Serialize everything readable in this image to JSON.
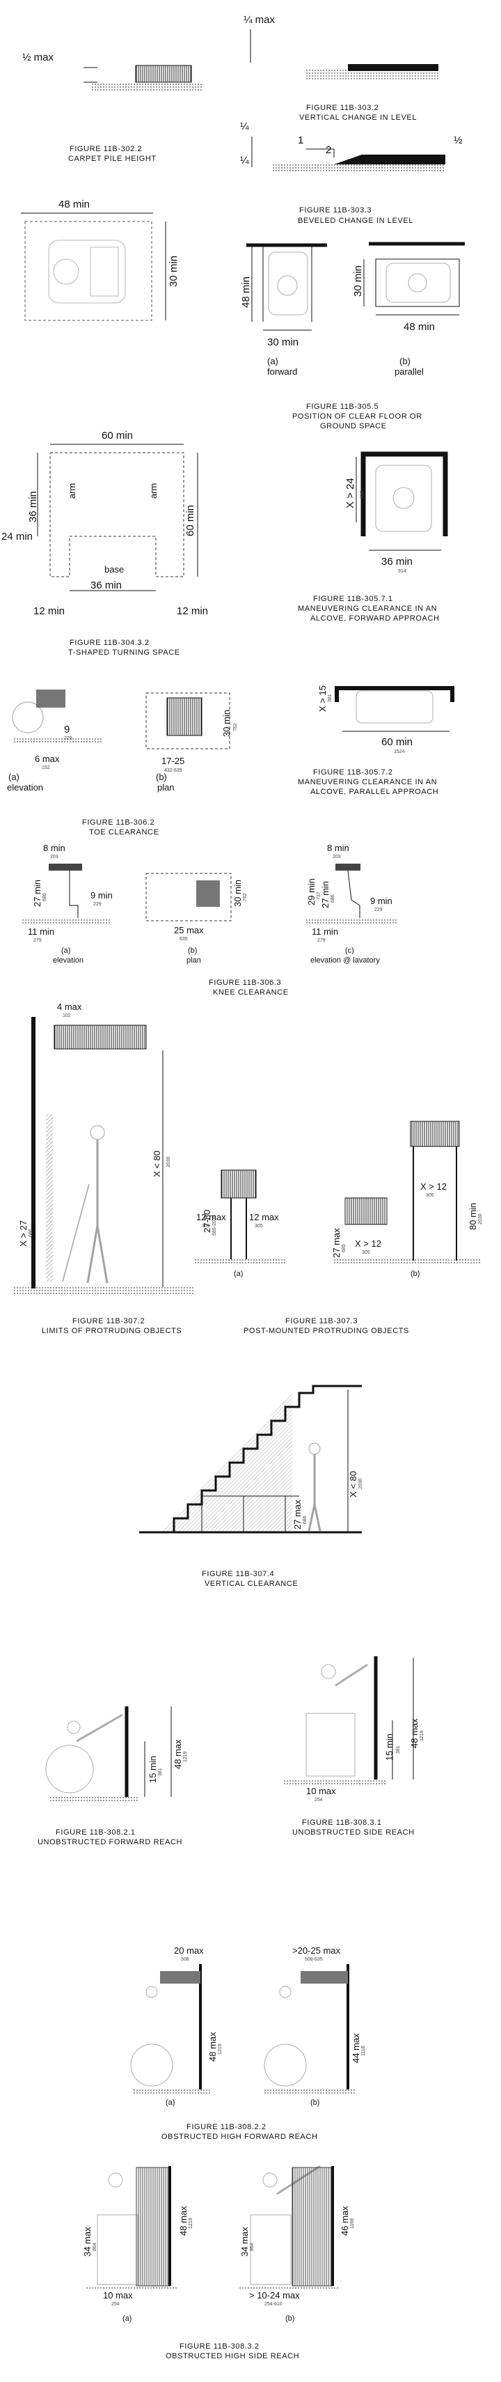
{
  "figures": {
    "f3022": {
      "caption_1": "FIGURE 11B-302.2",
      "caption_2": "CARPET PILE HEIGHT",
      "dim_pile": "½ max"
    },
    "f3032": {
      "caption_1": "FIGURE 11B-303.2",
      "caption_2": "VERTICAL CHANGE IN LEVEL",
      "dim_max": "¼ max"
    },
    "f3033": {
      "caption_1": "FIGURE 11B-303.3",
      "caption_2": "BEVELED CHANGE IN LEVEL",
      "dim_quarter_a": "¼",
      "dim_quarter_b": "¼",
      "dim_half": "½",
      "slope_1": "1",
      "slope_2": "2"
    },
    "f3053": {
      "dim_width": "48 min",
      "dim_depth": "30 min"
    },
    "f3055": {
      "caption_1": "FIGURE 11B-305.5",
      "caption_2": "POSITION OF CLEAR FLOOR OR",
      "caption_3": "GROUND SPACE",
      "a_dim_depth": "48 min",
      "a_dim_width": "30 min",
      "a_tag": "(a)",
      "a_label": "forward",
      "b_dim_depth": "30 min",
      "b_dim_width": "48 min",
      "b_tag": "(b)",
      "b_label": "parallel"
    },
    "f3043": {
      "caption_1": "FIGURE 11B-304.3.2",
      "caption_2": "T-SHAPED TURNING SPACE",
      "dim_top": "60 min",
      "dim_left_arm": "36 min",
      "dim_right": "60 min",
      "dim_base": "36 min",
      "dim_left_side": "24 min",
      "dim_left_foot": "12 min",
      "dim_right_foot": "12 min",
      "arm_l": "arm",
      "arm_r": "arm",
      "base": "base"
    },
    "f30571": {
      "caption_1": "FIGURE 11B-305.7.1",
      "caption_2": "MANEUVERING CLEARANCE IN AN",
      "caption_3": "ALCOVE, FORWARD APPROACH",
      "dim_depth": "X > 24",
      "dim_depth_mm": "610",
      "dim_width": "36 min",
      "dim_width_mm": "914"
    },
    "f30572": {
      "caption_1": "FIGURE 11B-305.7.2",
      "caption_2": "MANEUVERING CLEARANCE IN AN",
      "caption_3": "ALCOVE, PARALLEL APPROACH",
      "dim_depth": "X > 15",
      "dim_depth_mm": "381",
      "dim_width": "60 min",
      "dim_width_mm": "1524"
    },
    "f3062": {
      "caption_1": "FIGURE 11B-306.2",
      "caption_2": "TOE CLEARANCE",
      "a_dim_9": "9",
      "a_dim_9_mm": "229",
      "a_dim_6": "6 max",
      "a_dim_6_mm": "152",
      "a_tag": "(a)",
      "a_label": "elevation",
      "b_dim_30": "30 min",
      "b_dim_30_mm": "762",
      "b_dim_range": "17-25",
      "b_dim_range_mm": "432-635",
      "b_tag": "(b)",
      "b_label": "plan"
    },
    "f3063": {
      "caption_1": "FIGURE 11B-306.3",
      "caption_2": "KNEE CLEARANCE",
      "a_8": "8 min",
      "a_8mm": "203",
      "a_27": "27 min",
      "a_27mm": "686",
      "a_9": "9 min",
      "a_9mm": "229",
      "a_11": "11 min",
      "a_11mm": "279",
      "a_tag": "(a)",
      "a_label": "elevation",
      "b_30": "30 min",
      "b_30mm": "762",
      "b_25": "25 max",
      "b_25mm": "635",
      "b_tag": "(b)",
      "b_label": "plan",
      "c_8": "8 min",
      "c_8mm": "203",
      "c_29": "29 min",
      "c_29mm": "737",
      "c_27": "27 min",
      "c_27mm": "686",
      "c_9": "9 min",
      "c_9mm": "229",
      "c_11": "11 min",
      "c_11mm": "279",
      "c_tag": "(c)",
      "c_label": "elevation @ lavatory"
    },
    "f3072": {
      "caption_1": "FIGURE 11B-307.2",
      "caption_2": "LIMITS OF PROTRUDING OBJECTS",
      "dim_4": "4 max",
      "dim_4mm": "102",
      "dim_x27": "X > 27",
      "dim_x27mm": "686",
      "dim_x80": "X < 80",
      "dim_x80mm": "2030"
    },
    "f3073": {
      "caption_1": "FIGURE 11B-307.3",
      "caption_2": "POST-MOUNTED PROTRUDING OBJECTS",
      "a_range": "27-80",
      "a_range_mm": "685-2030",
      "a_12l": "12 max",
      "a_12lmm": "305",
      "a_12r": "12 max",
      "a_12rmm": "305",
      "a_tag": "(a)",
      "b_27": "27 max",
      "b_27mm": "685",
      "b_x12a": "X > 12",
      "b_x12amm": "305",
      "b_x12b": "X > 12",
      "b_x12bmm": "305",
      "b_80": "80 min",
      "b_80mm": "2030",
      "b_tag": "(b)"
    },
    "f3074": {
      "caption_1": "FIGURE 11B-307.4",
      "caption_2": "VERTICAL CLEARANCE",
      "dim_80": "X < 80",
      "dim_80mm": "2030",
      "dim_27": "27 max",
      "dim_27mm": "686"
    },
    "f30821": {
      "caption_1": "FIGURE 11B-308.2.1",
      "caption_2": "UNOBSTRUCTED FORWARD REACH",
      "dim_15": "15 min",
      "dim_15mm": "381",
      "dim_48": "48 max",
      "dim_48mm": "1219"
    },
    "f30831": {
      "caption_1": "FIGURE 11B-308.3.1",
      "caption_2": "UNOBSTRUCTED SIDE REACH",
      "dim_15": "15 min",
      "dim_15mm": "381",
      "dim_48": "48 max",
      "dim_48mm": "1219",
      "dim_10": "10 max",
      "dim_10mm": "254"
    },
    "f30822": {
      "caption_1": "FIGURE 11B-308.2.2",
      "caption_2": "OBSTRUCTED HIGH FORWARD REACH",
      "a_20": "20 max",
      "a_20mm": "508",
      "a_48": "48 max",
      "a_48mm": "1219",
      "a_tag": "(a)",
      "b_2025": ">20-25 max",
      "b_2025mm": "508-635",
      "b_44": "44 max",
      "b_44mm": "1118",
      "b_tag": "(b)"
    },
    "f30832": {
      "caption_1": "FIGURE 11B-308.3.2",
      "caption_2": "OBSTRUCTED HIGH SIDE REACH",
      "a_34": "34 max",
      "a_34mm": "864",
      "a_48": "48 max",
      "a_48mm": "1219",
      "a_10": "10 max",
      "a_10mm": "254",
      "a_tag": "(a)",
      "b_34": "34 max",
      "b_34mm": "864",
      "b_46": "46 max",
      "b_46mm": "1168",
      "b_1024": "> 10-24 max",
      "b_1024mm": "254-610",
      "b_tag": "(b)"
    }
  }
}
